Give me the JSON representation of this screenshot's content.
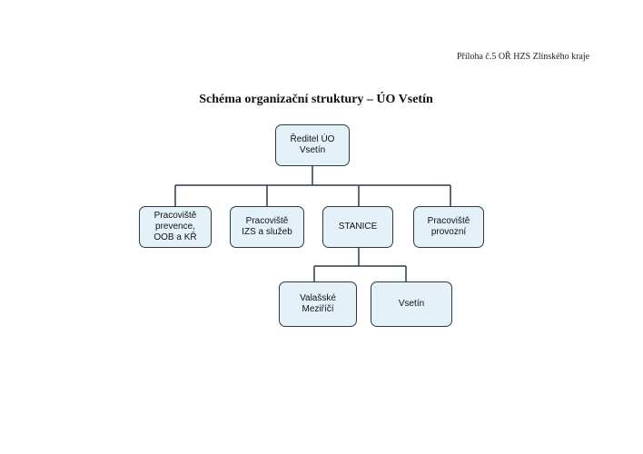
{
  "header": "Příloha č.5 OŘ HZS Zlínského kraje",
  "title": "Schéma organizační struktury – ÚO Vsetín",
  "org": {
    "root": "Ředitel ÚO\nVsetín",
    "level1": [
      "Pracoviště\nprevence,\nOOB a KŘ",
      "Pracoviště\nIZS a služeb",
      "STANICE",
      "Pracoviště\nprovozní"
    ],
    "stanice_children": [
      "Valašské\nMeziříčí",
      "Vsetín"
    ]
  }
}
